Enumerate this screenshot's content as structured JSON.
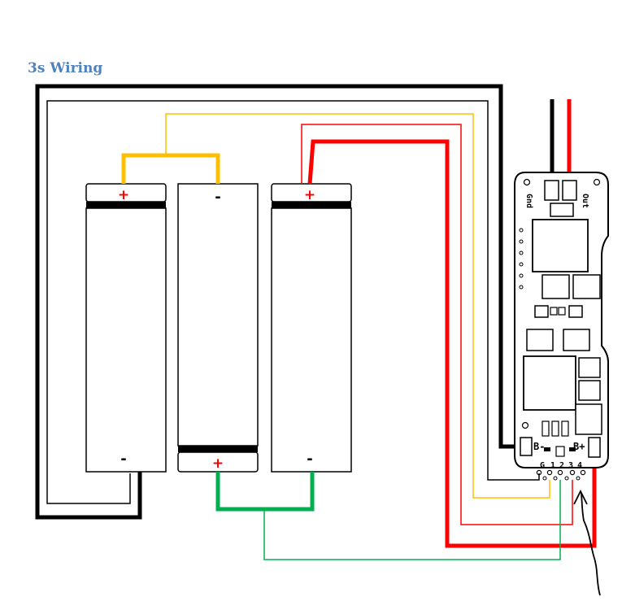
{
  "title": "3s Wiring",
  "battery_polarity": {
    "cell1_top": "+",
    "cell1_bottom": "-",
    "cell2_top": "-",
    "cell2_bottom": "+",
    "cell3_top": "+",
    "cell3_bottom": "-"
  },
  "bms_labels": {
    "gnd": "Gnd",
    "out": "Out",
    "b_minus": "B-",
    "b_plus": "B+",
    "g": "G",
    "p1": "1",
    "p2": "2",
    "p3": "3",
    "p4": "4"
  },
  "colors": {
    "title": "#4f81bd",
    "wire_black": "#000000",
    "wire_red": "#ff0000",
    "wire_yellow": "#ffbf00",
    "wire_green": "#00b050",
    "plus_sign": "#ff0000"
  }
}
